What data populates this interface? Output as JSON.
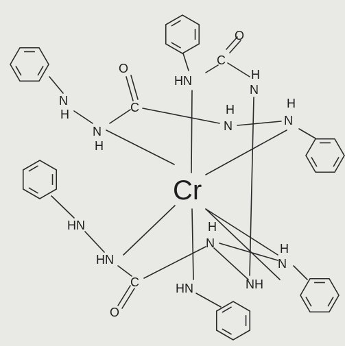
{
  "diagram": {
    "metal_label": "Cr",
    "colors": {
      "ink": "#1e1e1e",
      "paper": "#e9e9e5"
    },
    "labels": {
      "nh": "N",
      "h": "H",
      "hn": "HN",
      "nh_suffix": "NH",
      "c": "C",
      "o": "O"
    }
  }
}
